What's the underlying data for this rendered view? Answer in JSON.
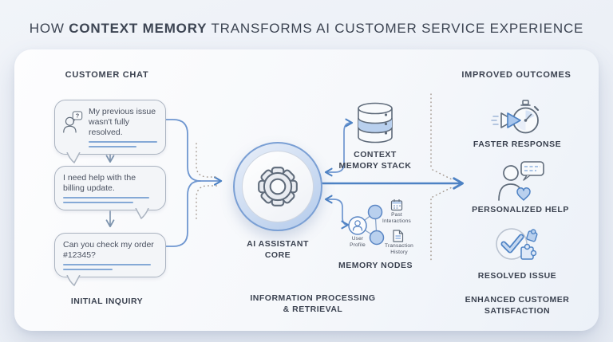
{
  "colors": {
    "accent": "#4d82c4",
    "accent_light": "#b9d0ee",
    "ink": "#3b4250",
    "bubble_line": "#85a9d6",
    "dotted": "#a59a90"
  },
  "title": {
    "prefix": "HOW ",
    "highlight": "CONTEXT MEMORY",
    "suffix": " TRANSFORMS AI CUSTOMER SERVICE EXPERIENCE"
  },
  "customer_chat": {
    "header": "CUSTOMER CHAT",
    "avatar_question_mark": "?",
    "messages": [
      {
        "text": "My previous issue wasn't fully resolved."
      },
      {
        "text": "I need help with the billing update."
      },
      {
        "text": "Can you check my order #12345?"
      }
    ],
    "footer": "INITIAL INQUIRY"
  },
  "ai_core": {
    "label_line1": "AI ASSISTANT",
    "label_line2": "CORE",
    "footer_line1": "INFORMATION PROCESSING",
    "footer_line2": "& RETRIEVAL"
  },
  "memory": {
    "stack_label_line1": "CONTEXT",
    "stack_label_line2": "MEMORY STACK",
    "nodes_label": "MEMORY NODES",
    "node_user_line1": "User",
    "node_user_line2": "Profile",
    "node_past_line1": "Past",
    "node_past_line2": "Interactions",
    "node_transaction_line1": "Transaction",
    "node_transaction_line2": "History"
  },
  "outcomes": {
    "header": "IMPROVED OUTCOMES",
    "items": [
      {
        "label": "FASTER RESPONSE"
      },
      {
        "label": "PERSONALIZED HELP"
      },
      {
        "label": "RESOLVED ISSUE"
      }
    ],
    "footer_line1": "ENHANCED CUSTOMER",
    "footer_line2": "SATISFACTION"
  },
  "icons": {
    "person-question-icon": "customer avatar with question bubble",
    "down-arrow-icon": "↓",
    "gear-icon": "⚙",
    "database-stack-icon": "memory stack cylinder",
    "memory-nodes-icon": "linked node graph",
    "calendar-icon": "past interactions calendar",
    "document-icon": "transaction history document",
    "stopwatch-fast-forward-icon": "stopwatch with speed arrows",
    "person-heart-chat-icon": "person with heart and chat bubble",
    "check-puzzle-icon": "checkmark circle with puzzle pieces"
  }
}
